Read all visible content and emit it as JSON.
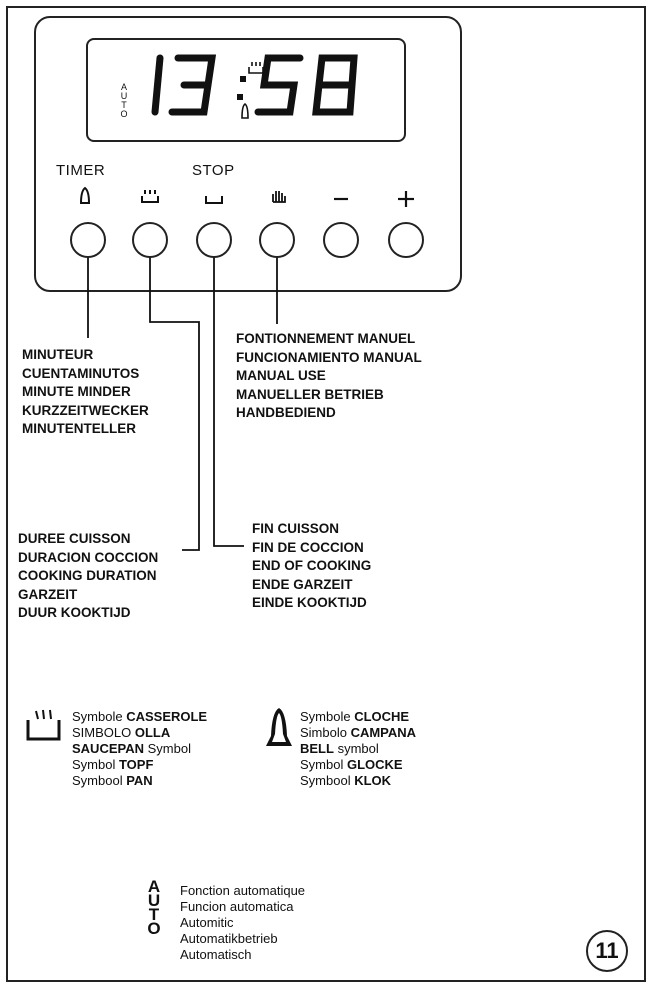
{
  "control_panel": {
    "display": {
      "auto_text": "AUTO",
      "time_hours": "13",
      "time_minutes": "58"
    },
    "labels": {
      "timer": "TIMER",
      "stop": "STOP",
      "minus": "−",
      "plus": "+"
    },
    "icons": [
      "bell-icon",
      "saucepan-icon",
      "pan-icon",
      "hand-icon",
      "minus-icon",
      "plus-icon"
    ]
  },
  "callouts": {
    "minute_minder": [
      "MINUTEUR",
      "CUENTAMINUTOS",
      "MINUTE MINDER",
      "KURZZEITWECKER",
      "MINUTENTELLER"
    ],
    "manual_use": [
      "FONTIONNEMENT MANUEL",
      "FUNCIONAMIENTO MANUAL",
      "MANUAL USE",
      "MANUELLER BETRIEB",
      "HANDBEDIEND"
    ],
    "cooking_duration": [
      "DUREE CUISSON",
      "DURACION COCCION",
      "COOKING DURATION",
      "GARZEIT",
      "DUUR KOOKTIJD"
    ],
    "end_of_cooking": [
      "FIN CUISSON",
      "FIN DE COCCION",
      "END OF COOKING",
      "ENDE GARZEIT",
      "EINDE KOOKTIJD"
    ]
  },
  "legend": {
    "saucepan": [
      {
        "plain": "Symbole ",
        "bold": "CASSEROLE"
      },
      {
        "plain": "SIMBOLO ",
        "bold": "OLLA"
      },
      {
        "bold": "SAUCEPAN",
        "plain_after": " Symbol"
      },
      {
        "plain": "Symbol ",
        "bold": "TOPF"
      },
      {
        "plain": "Symbool ",
        "bold": "PAN"
      }
    ],
    "bell": [
      {
        "plain": "Symbole ",
        "bold": "CLOCHE"
      },
      {
        "plain": "Simbolo ",
        "bold": "CAMPANA"
      },
      {
        "bold": "BELL",
        "plain_after": " symbol"
      },
      {
        "plain": "Symbol ",
        "bold": "GLOCKE"
      },
      {
        "plain": "Symbool ",
        "bold": "KLOK"
      }
    ],
    "auto": {
      "letters": "AUTO",
      "lines": [
        "Fonction automatique",
        "Funcion automatica",
        "Automitic",
        "Automatikbetrieb",
        "Automatisch"
      ]
    }
  },
  "page_number": "11"
}
